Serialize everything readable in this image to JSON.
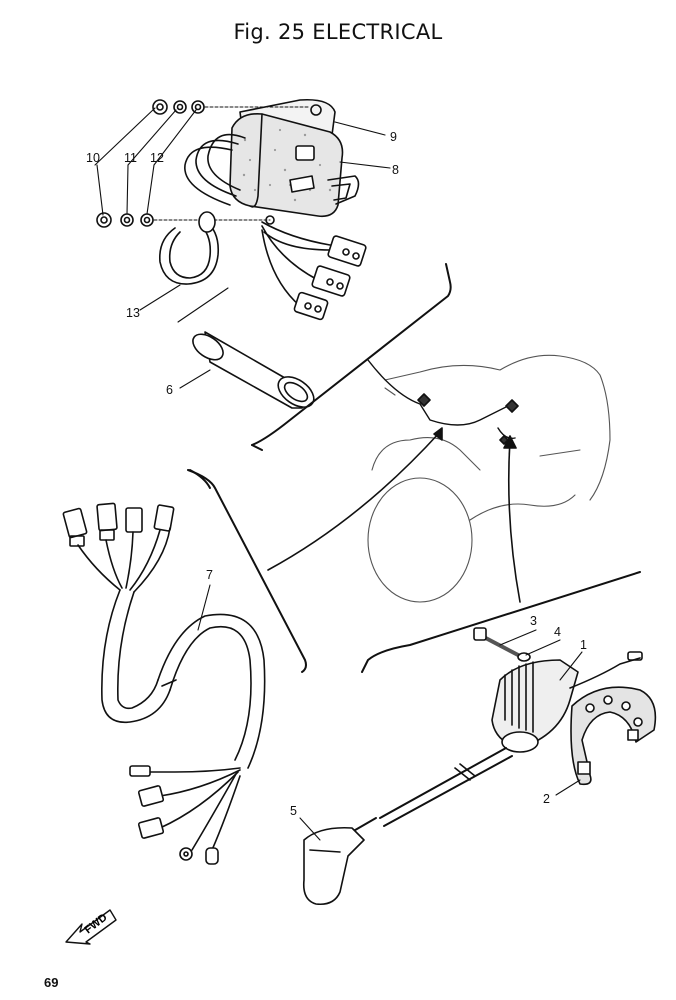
{
  "title": "Fig. 25 ELECTRICAL",
  "page_number": "69",
  "fwd_label": "FWD",
  "callouts": [
    {
      "id": "10",
      "part": "nut"
    },
    {
      "id": "11",
      "part": "spring-washer"
    },
    {
      "id": "12",
      "part": "plain-washer"
    },
    {
      "id": "9",
      "part": "switch-bracket"
    },
    {
      "id": "8",
      "part": "handlebar-switch"
    },
    {
      "id": "13",
      "part": "band"
    },
    {
      "id": "6",
      "part": "ignition-coil"
    },
    {
      "id": "7",
      "part": "wire-harness"
    },
    {
      "id": "3",
      "part": "bolt"
    },
    {
      "id": "4",
      "part": "washer"
    },
    {
      "id": "1",
      "part": "cdi-coil"
    },
    {
      "id": "2",
      "part": "bracket"
    },
    {
      "id": "5",
      "part": "spark-plug-cap"
    }
  ]
}
